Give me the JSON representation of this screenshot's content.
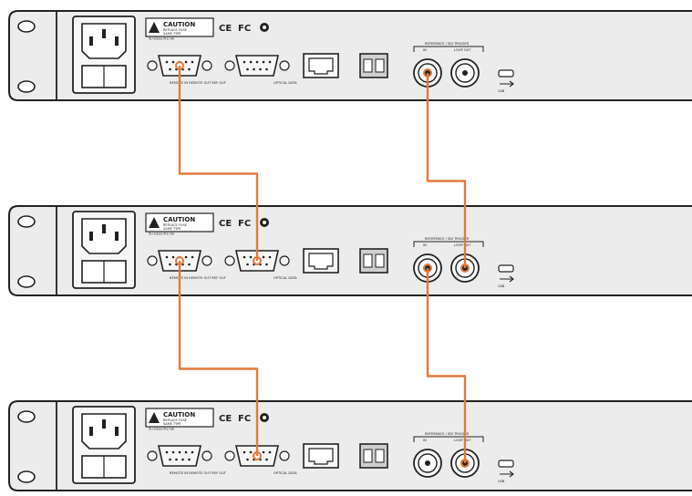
{
  "colors": {
    "cable": "#e07a3c",
    "panel_fill": "#ececec",
    "outline": "#222222",
    "port_fill": "#f7f7f7"
  },
  "units": [
    {
      "name": "unit-top",
      "caution_title": "CAUTION",
      "caution_lines": [
        "REPLACE FUSE",
        "SAME TYPE"
      ],
      "caution_small": "To reduce fire risk",
      "marks": [
        "CE",
        "FC"
      ],
      "ports_caption": "REMOTE IN    REMOTE OUT    REF OUT",
      "optical_caption": "OPTICAL DATA",
      "ref_group": "REFERENCE / SDI TRIGGER",
      "ref_in": "IN",
      "ref_loop": "LOOP OUT",
      "usb": "USB"
    },
    {
      "name": "unit-middle",
      "caution_title": "CAUTION",
      "caution_lines": [
        "REPLACE FUSE",
        "SAME TYPE"
      ],
      "caution_small": "To reduce fire risk",
      "marks": [
        "CE",
        "FC"
      ],
      "ports_caption": "REMOTE IN    REMOTE OUT    REF OUT",
      "optical_caption": "OPTICAL DATA",
      "ref_group": "REFERENCE / SDI TRIGGER",
      "ref_in": "IN",
      "ref_loop": "LOOP OUT",
      "usb": "USB"
    },
    {
      "name": "unit-bottom",
      "caution_title": "CAUTION",
      "caution_lines": [
        "REPLACE FUSE",
        "SAME TYPE"
      ],
      "caution_small": "To reduce fire risk",
      "marks": [
        "CE",
        "FC"
      ],
      "ports_caption": "REMOTE IN    REMOTE OUT    REF OUT",
      "optical_caption": "OPTICAL DATA",
      "ref_group": "REFERENCE / SDI TRIGGER",
      "ref_in": "IN",
      "ref_loop": "LOOP OUT",
      "usb": "USB"
    }
  ],
  "connections": [
    {
      "name": "serial-cable-top-to-middle",
      "from_unit": 0,
      "from_port": "db9-left",
      "to_unit": 1,
      "to_port": "db9-right"
    },
    {
      "name": "serial-cable-middle-to-bottom",
      "from_unit": 1,
      "from_port": "db9-left",
      "to_unit": 2,
      "to_port": "db9-right"
    },
    {
      "name": "ref-cable-top-to-middle",
      "from_unit": 0,
      "from_port": "bnc-in",
      "to_unit": 1,
      "to_port": "bnc-loop"
    },
    {
      "name": "ref-cable-middle-to-bottom",
      "from_unit": 1,
      "from_port": "bnc-in",
      "to_unit": 2,
      "to_port": "bnc-loop"
    }
  ]
}
